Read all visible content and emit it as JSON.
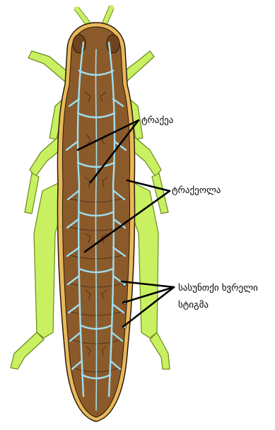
{
  "diagram": {
    "labels": {
      "trachea": "ტრაქეა",
      "tracheole": "ტრაქეოლა",
      "spiracle_line1": "სასუნთქი ხვრელი",
      "spiracle_line2": "სტიგმა"
    },
    "colors": {
      "legs": "#c8f060",
      "leg_outline": "#6b8a1e",
      "body": "#8b5a2b",
      "body_outline": "#2a1a08",
      "rim": "#e8b85a",
      "tracheae": "#9fdff0",
      "pointer_lines": "#000000"
    }
  }
}
